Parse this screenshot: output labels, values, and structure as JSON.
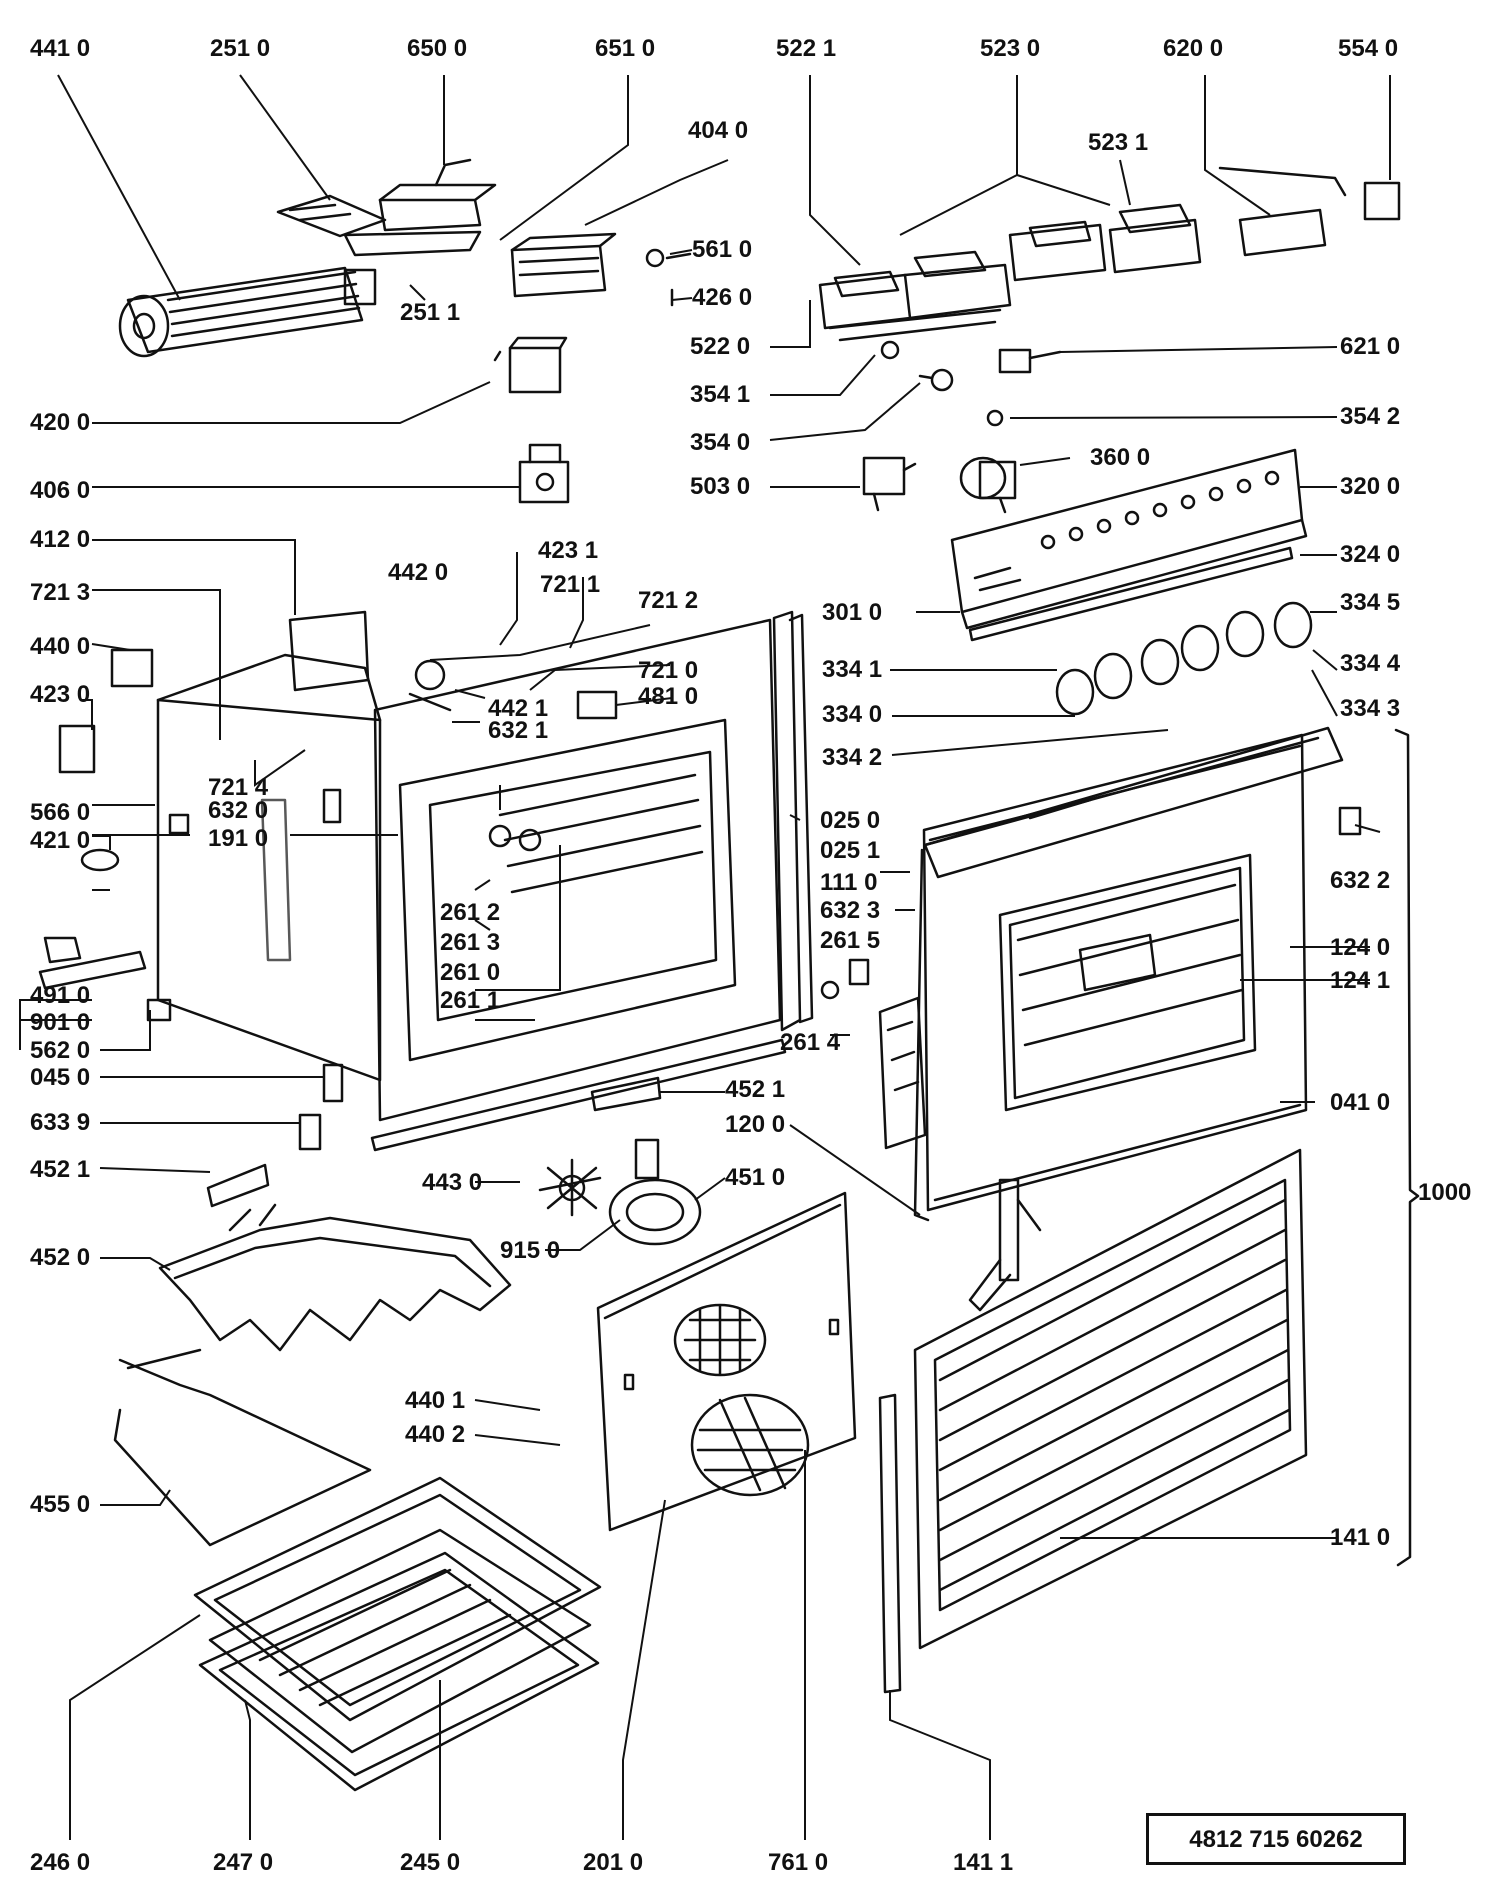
{
  "labels": {
    "l_441_0": "441 0",
    "l_251_0": "251 0",
    "l_650_0": "650 0",
    "l_651_0": "651 0",
    "l_522_1": "522 1",
    "l_523_0": "523 0",
    "l_620_0": "620 0",
    "l_554_0": "554 0",
    "l_404_0": "404 0",
    "l_523_1": "523 1",
    "l_561_0": "561 0",
    "l_426_0": "426 0",
    "l_251_1": "251 1",
    "l_522_0": "522 0",
    "l_621_0": "621 0",
    "l_354_1": "354 1",
    "l_420_0": "420 0",
    "l_354_0": "354 0",
    "l_354_2": "354 2",
    "l_360_0": "360 0",
    "l_406_0": "406 0",
    "l_503_0": "503 0",
    "l_320_0": "320 0",
    "l_412_0": "412 0",
    "l_423_1": "423 1",
    "l_442_0": "442 0",
    "l_721_1": "721 1",
    "l_721_3": "721 3",
    "l_721_2": "721 2",
    "l_324_0": "324 0",
    "l_301_0": "301 0",
    "l_334_5": "334 5",
    "l_440_0": "440 0",
    "l_721_0": "721 0",
    "l_442_1": "442 1",
    "l_481_0": "481 0",
    "l_334_1": "334 1",
    "l_334_4": "334 4",
    "l_423_0": "423 0",
    "l_632_1": "632 1",
    "l_334_0": "334 0",
    "l_334_3": "334 3",
    "l_721_4": "721 4",
    "l_334_2": "334 2",
    "l_632_0": "632 0",
    "l_566_0": "566 0",
    "l_025_0": "025 0",
    "l_421_0": "421 0",
    "l_191_0": "191 0",
    "l_025_1": "025 1",
    "l_632_2": "632 2",
    "l_111_0": "111 0",
    "l_261_2": "261 2",
    "l_632_3": "632 3",
    "l_261_3": "261 3",
    "l_261_5": "261 5",
    "l_124_0": "124 0",
    "l_261_0": "261 0",
    "l_124_1": "124 1",
    "l_491_0": "491 0",
    "l_261_1": "261 1",
    "l_901_0": "901 0",
    "l_261_4": "261 4",
    "l_562_0": "562 0",
    "l_045_0": "045 0",
    "l_452_1a": "452 1",
    "l_041_0": "041 0",
    "l_633_9": "633 9",
    "l_120_0": "120 0",
    "l_452_1b": "452 1",
    "l_451_0": "451 0",
    "l_443_0": "443 0",
    "l_1000": "1000",
    "l_915_0": "915 0",
    "l_452_0": "452 0",
    "l_440_1": "440 1",
    "l_440_2": "440 2",
    "l_455_0": "455 0",
    "l_141_0": "141 0",
    "l_246_0": "246 0",
    "l_247_0": "247 0",
    "l_245_0": "245 0",
    "l_201_0": "201 0",
    "l_761_0": "761 0",
    "l_141_1": "141 1"
  },
  "reference_number": "4812 715 60262"
}
